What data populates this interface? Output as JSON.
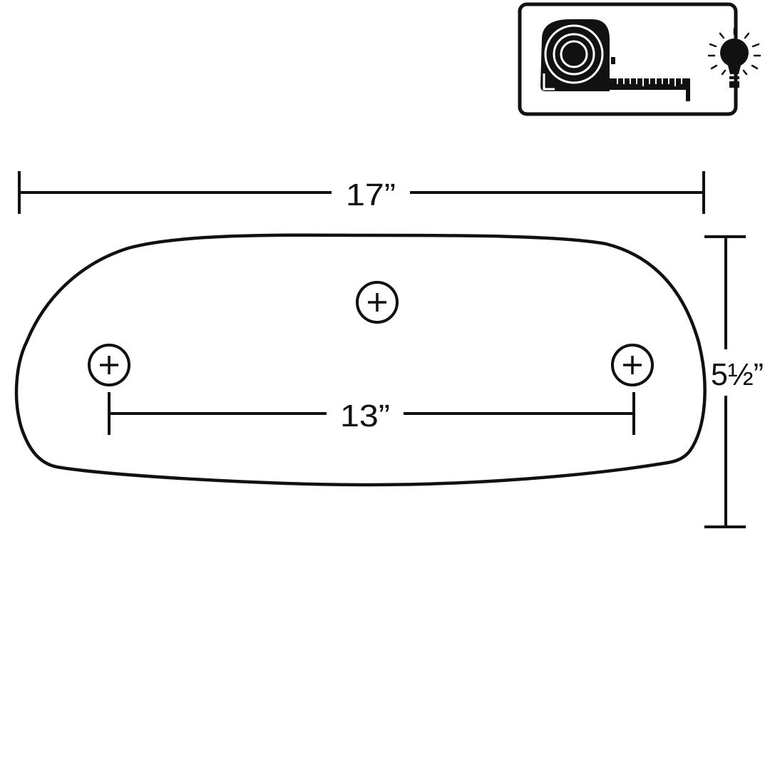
{
  "diagram": {
    "overall_width_label": "17”",
    "hole_spacing_label": "13”",
    "height_label": "5½”"
  },
  "icons": {
    "badge": "tape-measure-icon",
    "hint": "light-bulb-icon"
  },
  "colors": {
    "stroke": "#111111",
    "background": "#ffffff"
  }
}
